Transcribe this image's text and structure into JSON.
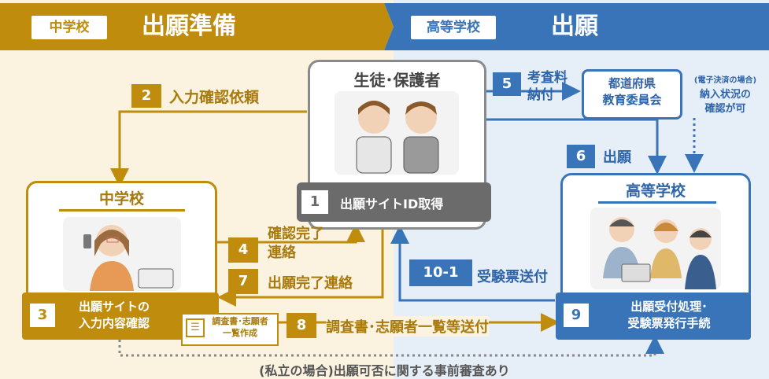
{
  "header": {
    "left_tag": "中学校",
    "left_title": "出願準備",
    "right_tag": "高等学校",
    "right_title": "出願"
  },
  "nodes": {
    "student": "生徒･保護者",
    "junior_high": "中学校",
    "high_school": "高等学校",
    "board": [
      "都道府県",
      "教育委員会"
    ],
    "board_note": [
      "(電子決済の場合)",
      "納入状況の",
      "確認が可"
    ],
    "document_note": [
      "調査書･志願者",
      "一覧作成"
    ]
  },
  "steps": [
    {
      "num": "1",
      "label": "出願サイトID取得"
    },
    {
      "num": "2",
      "label": "入力確認依頼"
    },
    {
      "num": "3",
      "label": [
        "出願サイトの",
        "入力内容確認"
      ]
    },
    {
      "num": "4",
      "label": [
        "確認完了",
        "連絡"
      ]
    },
    {
      "num": "5",
      "label": [
        "考査料",
        "納付"
      ]
    },
    {
      "num": "6",
      "label": "出願"
    },
    {
      "num": "7",
      "label": "出願完了連絡"
    },
    {
      "num": "8",
      "label": "調査書･志願者一覧等送付"
    },
    {
      "num": "9",
      "label": [
        "出願受付処理･",
        "受験票発行手続"
      ]
    },
    {
      "num": "10-1",
      "label": "受験票送付"
    }
  ],
  "footer_note": "(私立の場合)出願可否に関する事前審査あり",
  "colors": {
    "gold": "#bf8c0e",
    "blue": "#3a74b8",
    "gray": "#6b6b6b"
  }
}
